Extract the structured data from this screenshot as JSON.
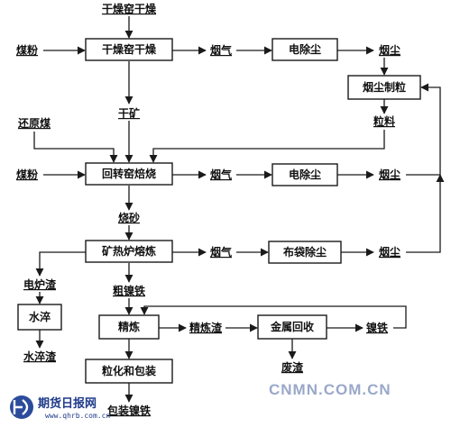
{
  "nodes": [
    {
      "id": "dry-top-label",
      "label": "干燥窑干燥",
      "shape": "text"
    },
    {
      "id": "coal-powder-1",
      "label": "煤粉",
      "shape": "text"
    },
    {
      "id": "dry-kiln",
      "label": "干燥窑干燥",
      "shape": "box"
    },
    {
      "id": "flue-gas-1",
      "label": "烟气",
      "shape": "text"
    },
    {
      "id": "esp-1",
      "label": "电除尘",
      "shape": "box"
    },
    {
      "id": "dust-1",
      "label": "烟尘",
      "shape": "text"
    },
    {
      "id": "dust-pelletize",
      "label": "烟尘制粒",
      "shape": "box"
    },
    {
      "id": "dry-ore",
      "label": "干矿",
      "shape": "text"
    },
    {
      "id": "pellets",
      "label": "粒料",
      "shape": "text"
    },
    {
      "id": "reduction-coal",
      "label": "还原煤",
      "shape": "text"
    },
    {
      "id": "coal-powder-2",
      "label": "煤粉",
      "shape": "text"
    },
    {
      "id": "rotary-kiln",
      "label": "回转窑焙烧",
      "shape": "box"
    },
    {
      "id": "flue-gas-2",
      "label": "烟气",
      "shape": "text"
    },
    {
      "id": "esp-2",
      "label": "电除尘",
      "shape": "box"
    },
    {
      "id": "dust-2",
      "label": "烟尘",
      "shape": "text"
    },
    {
      "id": "calcine",
      "label": "烧砂",
      "shape": "text"
    },
    {
      "id": "ore-furnace",
      "label": "矿热炉熔炼",
      "shape": "box"
    },
    {
      "id": "flue-gas-3",
      "label": "烟气",
      "shape": "text"
    },
    {
      "id": "bag-filter",
      "label": "布袋除尘",
      "shape": "box"
    },
    {
      "id": "dust-3",
      "label": "烟尘",
      "shape": "text"
    },
    {
      "id": "furnace-slag",
      "label": "电炉渣",
      "shape": "text"
    },
    {
      "id": "crude-nickel",
      "label": "粗镍铁",
      "shape": "text"
    },
    {
      "id": "water-quench",
      "label": "水淬",
      "shape": "box"
    },
    {
      "id": "refining",
      "label": "精炼",
      "shape": "box"
    },
    {
      "id": "refining-slag",
      "label": "精炼渣",
      "shape": "text"
    },
    {
      "id": "metal-recovery",
      "label": "金属回收",
      "shape": "box"
    },
    {
      "id": "nickel-iron",
      "label": "镍铁",
      "shape": "text"
    },
    {
      "id": "quench-slag",
      "label": "水淬渣",
      "shape": "text"
    },
    {
      "id": "waste-slag",
      "label": "废渣",
      "shape": "text"
    },
    {
      "id": "granulate-pack",
      "label": "粒化和包装",
      "shape": "box"
    },
    {
      "id": "packed-nickel",
      "label": "包装镍铁",
      "shape": "text"
    }
  ],
  "edges": [
    {
      "from": "dry-top-label",
      "to": "dry-kiln"
    },
    {
      "from": "coal-powder-1",
      "to": "dry-kiln"
    },
    {
      "from": "dry-kiln",
      "to": "flue-gas-1"
    },
    {
      "from": "flue-gas-1",
      "to": "esp-1"
    },
    {
      "from": "esp-1",
      "to": "dust-1"
    },
    {
      "from": "dust-1",
      "to": "dust-pelletize"
    },
    {
      "from": "dust-pelletize",
      "to": "pellets"
    },
    {
      "from": "dry-kiln",
      "to": "dry-ore"
    },
    {
      "from": "dry-ore",
      "to": "rotary-kiln"
    },
    {
      "from": "reduction-coal",
      "to": "rotary-kiln"
    },
    {
      "from": "pellets",
      "to": "rotary-kiln"
    },
    {
      "from": "coal-powder-2",
      "to": "rotary-kiln"
    },
    {
      "from": "rotary-kiln",
      "to": "flue-gas-2"
    },
    {
      "from": "flue-gas-2",
      "to": "esp-2"
    },
    {
      "from": "esp-2",
      "to": "dust-2"
    },
    {
      "from": "dust-2",
      "to": "dust-pelletize"
    },
    {
      "from": "rotary-kiln",
      "to": "calcine"
    },
    {
      "from": "calcine",
      "to": "ore-furnace"
    },
    {
      "from": "ore-furnace",
      "to": "flue-gas-3"
    },
    {
      "from": "flue-gas-3",
      "to": "bag-filter"
    },
    {
      "from": "bag-filter",
      "to": "dust-3"
    },
    {
      "from": "dust-3",
      "to": "dust-pelletize"
    },
    {
      "from": "ore-furnace",
      "to": "furnace-slag"
    },
    {
      "from": "furnace-slag",
      "to": "water-quench"
    },
    {
      "from": "water-quench",
      "to": "quench-slag"
    },
    {
      "from": "ore-furnace",
      "to": "crude-nickel"
    },
    {
      "from": "crude-nickel",
      "to": "refining"
    },
    {
      "from": "refining",
      "to": "refining-slag"
    },
    {
      "from": "refining-slag",
      "to": "metal-recovery"
    },
    {
      "from": "metal-recovery",
      "to": "nickel-iron"
    },
    {
      "from": "metal-recovery",
      "to": "waste-slag"
    },
    {
      "from": "nickel-iron",
      "to": "refining"
    },
    {
      "from": "refining",
      "to": "granulate-pack"
    },
    {
      "from": "granulate-pack",
      "to": "packed-nickel"
    }
  ],
  "watermark": {
    "text": "CNMN.COM.CN"
  },
  "logo": {
    "name": "期货日报网",
    "url": "www.qhrb.com.cn"
  }
}
